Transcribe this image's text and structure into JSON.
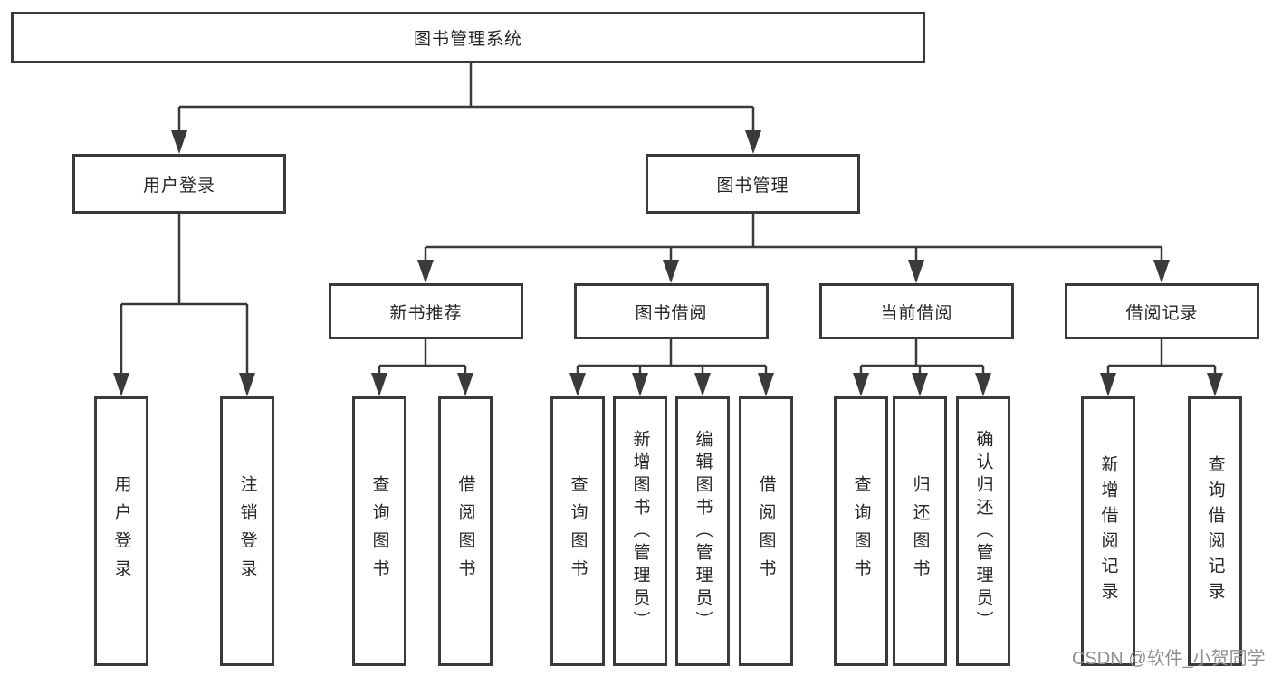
{
  "diagram": {
    "title_node": {
      "label": "图书管理系统"
    },
    "level2": [
      {
        "label": "用户登录"
      },
      {
        "label": "图书管理"
      }
    ],
    "level3": [
      {
        "label": "新书推荐",
        "parent": "图书管理"
      },
      {
        "label": "图书借阅",
        "parent": "图书管理"
      },
      {
        "label": "当前借阅",
        "parent": "图书管理"
      },
      {
        "label": "借阅记录",
        "parent": "图书管理"
      }
    ],
    "leaves": [
      {
        "label": "用户登录",
        "parent": "用户登录"
      },
      {
        "label": "注销登录",
        "parent": "用户登录"
      },
      {
        "label": "查询图书",
        "parent": "新书推荐"
      },
      {
        "label": "借阅图书",
        "parent": "新书推荐"
      },
      {
        "label": "查询图书",
        "parent": "图书借阅"
      },
      {
        "label": "新增图书（管理员）",
        "parent": "图书借阅"
      },
      {
        "label": "编辑图书（管理员）",
        "parent": "图书借阅"
      },
      {
        "label": "借阅图书",
        "parent": "图书借阅"
      },
      {
        "label": "查询图书",
        "parent": "当前借阅"
      },
      {
        "label": "归还图书",
        "parent": "当前借阅"
      },
      {
        "label": "确认归还（管理员）",
        "parent": "当前借阅"
      },
      {
        "label": "新增借阅记录",
        "parent": "借阅记录"
      },
      {
        "label": "查询借阅记录",
        "parent": "借阅记录"
      }
    ]
  },
  "watermark": {
    "text": "CSDN @软件_小贺同学"
  },
  "colors": {
    "background": "#ffffff",
    "box_border": "#3a3a3a",
    "connector_line": "#3a3a3a",
    "text": "#262626",
    "watermark_text": "#8f8f8f"
  }
}
